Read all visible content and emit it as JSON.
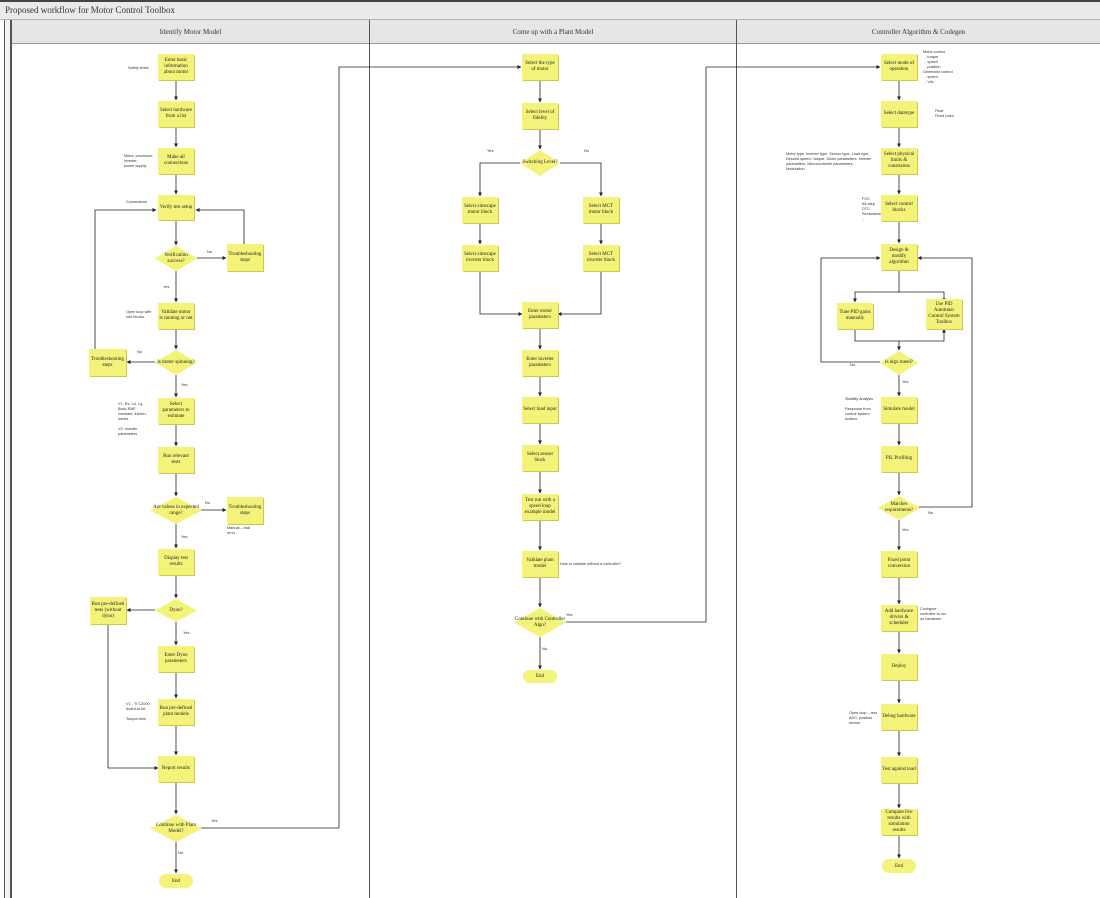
{
  "diagram_title": "Proposed workflow for Motor Control Toolbox",
  "lanes": {
    "identify": "Identify Motor Model",
    "plant": "Come up with a Plant Model",
    "controller": "Controller Algorithm & Codegen"
  },
  "colors": {
    "node_fill": "#f3f37a",
    "line": "#222222",
    "header": "#e6e6e6"
  },
  "identify": {
    "n1": "Enter basic information about motor",
    "n2": "Select hardware from a list",
    "n3": "Make all connections",
    "n4": "Verify test setup",
    "d1": "Verification success?",
    "n5": "Troubleshooting steps",
    "n6": "Validate motor is running or not",
    "d2": "Is motor spinning?",
    "n7": "Troubleshooting steps",
    "n8": "Select parameters to estimate",
    "n9": "Run relevant tests",
    "d3": "Are values in expected range?",
    "n10": "Troubleshooting steps",
    "n11": "Display test results",
    "d4": "Dyno?",
    "n12": "Run pre-defined tests (without dyno)",
    "n13": "Enter Dyno parameters",
    "n14": "Run pre-defined plant models",
    "n15": "Report results",
    "d5": "Continue with Plant Model?",
    "end": "End",
    "notes": {
      "safety": "Safety limits",
      "motor": "Motor, processor,\ninverter,\npower supply",
      "conn": "Connections",
      "openloop": "Open loop with\nrole blocks",
      "params": "V1: Rs, Ld, Lq,\nBack-EMF\nconstant, friction,\ninertia\n\nV2: inverter\nparameters",
      "manual": "Manual – trial\nerror",
      "ti": "V1 - TI C2000\nboard-to-kit\n\nTorque-time"
    },
    "labels": {
      "no1": "No",
      "yes1": "Yes",
      "no2": "No",
      "yes2": "Yes",
      "no3": "No",
      "yes3": "Yes",
      "yes4": "Yes",
      "no5": "No",
      "yes5": "Yes"
    }
  },
  "plant": {
    "p1": "Select the type of motor",
    "p2": "Select level of fidelity",
    "pd1": "Switching Level?",
    "p3": "Select simscape motor block",
    "p4": "Select MCT motor block",
    "p5": "Select simscape inverter block",
    "p6": "Select MCT inverter block",
    "p7": "Enter motor parameters",
    "p8": "Enter inverter parameters",
    "p9": "Select load input",
    "p10": "Select sensor block",
    "p11": "Test run with a speed loop example model",
    "p12": "Validate plant model",
    "pd2": "Continue with Controller Algo?",
    "end": "End",
    "notes": {
      "validate": "How to validate without a controller?"
    },
    "labels": {
      "yes1": "Yes",
      "no1": "No",
      "yes2": "Yes",
      "no2": "No"
    }
  },
  "controller": {
    "c1": "Select mode of operation",
    "c2": "Select datatype",
    "c3": "Select physical limits & constraints",
    "c4": "Select control blocks",
    "c5": "Design & modify algorithm",
    "c6": "Tune PID gains manually",
    "c7": "Use PID Autotuner Control System Toolbox",
    "cd1": "Is algo tuned?",
    "c8": "Simulate model",
    "c9": "PIL Profiling",
    "cd2": "Matches requirements?",
    "c10": "Fixed point conversion",
    "c11": "Add hardware drivers & scheduler",
    "c12": "Deploy",
    "c13": "Debug hardware",
    "c14": "Test against load",
    "c15": "Compare live results with simulation results",
    "end": "End",
    "notes": {
      "mode": "Motor control\n  - torque\n  - speed\n  - position\nGenerator control\n  - speed\n  - Vdc",
      "dtype": "Float\nFixed point",
      "limits": "Motor type, Inverter type, Sensor type, Load type,\nDesired speed / torque, Motor parameters, Inverter\nparameters, Microcontroller parameters,\nModulation",
      "blocks": "FOC\n6& step\nDTC\nSensorless\n...",
      "stab": "Stability analysis\n\nResponse from\ncontrol system\ntoolbox",
      "hw": "Configure\ncontroller to run\non hardware",
      "debug": "Open loop – test\nADC, position\nsensor"
    },
    "labels": {
      "no1": "No",
      "yes1": "Yes",
      "no2": "No",
      "yes2": "Yes"
    }
  }
}
